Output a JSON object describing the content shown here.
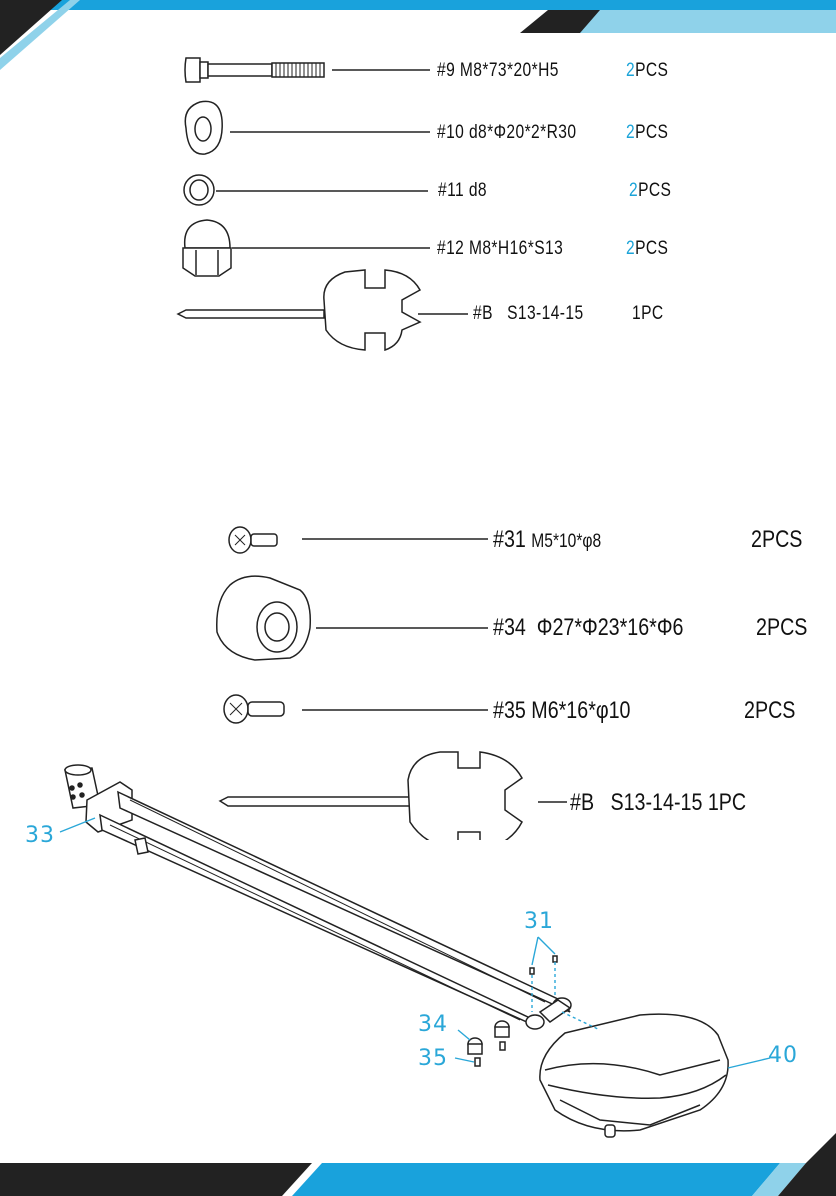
{
  "colors": {
    "accent": "#19a2dc",
    "accent_light": "#8fd2ea",
    "dark": "#222222",
    "callout": "#2aa7d8"
  },
  "hardware_top": [
    {
      "num": "#9",
      "spec": "M8*73*20*H5",
      "qty": "2",
      "unit": "PCS"
    },
    {
      "num": "#10",
      "spec": "d8*Φ20*2*R30",
      "qty": "2",
      "unit": "PCS"
    },
    {
      "num": "#11",
      "spec": "d8",
      "qty": "2",
      "unit": "PCS"
    },
    {
      "num": "#12",
      "spec": "M8*H16*S13",
      "qty": "2",
      "unit": "PCS"
    },
    {
      "num": "#B",
      "spec": "S13-14-15",
      "qty": "",
      "unit": "1PC"
    }
  ],
  "hardware_mid": [
    {
      "num": "#31",
      "spec": "M5*10*φ8",
      "qty": "2PCS"
    },
    {
      "num": "#34",
      "spec": "Φ27*Φ23*16*Φ6",
      "qty": "2PCS"
    },
    {
      "num": "#35",
      "spec": "M6*16*φ10",
      "qty": "2PCS"
    },
    {
      "num": "#B",
      "spec": "S13-14-15",
      "qty": "1PC"
    }
  ],
  "callouts": {
    "c33": "33",
    "c31": "31",
    "c34": "34",
    "c35": "35",
    "c40": "40"
  }
}
